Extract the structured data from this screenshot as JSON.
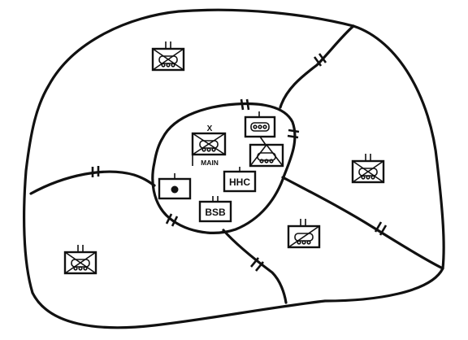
{
  "colors": {
    "ink": "#111111",
    "background": "#ffffff"
  },
  "labels": {
    "brigade_echelon": "X",
    "main_cp": "MAIN",
    "hhc": "HHC",
    "bsb": "BSB"
  },
  "symbols": [
    {
      "name": "armored-infantry-unit-symbol",
      "position": "north"
    },
    {
      "name": "armored-infantry-unit-symbol",
      "position": "east"
    },
    {
      "name": "armored-infantry-unit-symbol",
      "position": "west"
    },
    {
      "name": "armor-recon-unit-symbol",
      "position": "south-east"
    },
    {
      "name": "brigade-main-cp-symbol",
      "position": "center"
    },
    {
      "name": "tracked-unit-symbol",
      "position": "center-north"
    },
    {
      "name": "armored-recon-unit-symbol",
      "position": "center-east"
    },
    {
      "name": "hhc-unit-symbol",
      "position": "center"
    },
    {
      "name": "bsb-unit-symbol",
      "position": "center-south"
    },
    {
      "name": "support-unit-symbol",
      "position": "center-west"
    }
  ]
}
